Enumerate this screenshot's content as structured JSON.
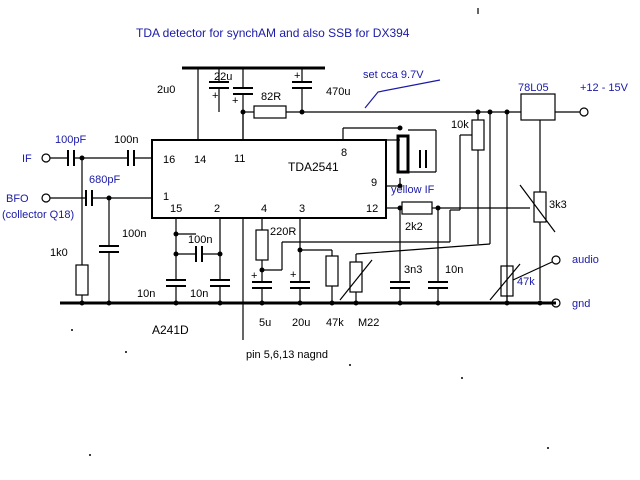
{
  "title": "TDA detector for synchAM and also SSB for DX394",
  "ic": {
    "name": "TDA2541",
    "pins": {
      "p16": "16",
      "p14": "14",
      "p11": "11",
      "p8": "8",
      "p9": "9",
      "p1": "1",
      "p15": "15",
      "p2": "2",
      "p4": "4",
      "p3": "3",
      "p12": "12"
    }
  },
  "inputs": {
    "if": "IF",
    "bfo": "BFO",
    "bfo_note": "(collector Q18)"
  },
  "outputs": {
    "supply": "+12 - 15V",
    "audio": "audio",
    "gnd": "gnd"
  },
  "components": {
    "c_100pf": "100pF",
    "c_100n_top": "100n",
    "c_680pf": "680pF",
    "r_1k0": "1k0",
    "c_100n_left": "100n",
    "c_10n_a": "10n",
    "c_100n_mid": "100n",
    "c_10n_b": "10n",
    "c_2u0": "2u0",
    "c_22u": "22u",
    "r_82r": "82R",
    "c_470u": "470u",
    "note_set": "set cca 9.7V",
    "reg": "78L05",
    "pot_10k": "10k",
    "r_3k3": "3k3",
    "note_yellow": "yellow IF",
    "r_2k2": "2k2",
    "r_220r": "220R",
    "c_5u": "5u",
    "c_20u": "20u",
    "r_47k": "47k",
    "m22": "M22",
    "c_3n3": "3n3",
    "c_10n_c": "10n",
    "pot_47k": "47k",
    "part_a241d": "A241D",
    "note_pins": "pin 5,6,13 nagnd"
  }
}
